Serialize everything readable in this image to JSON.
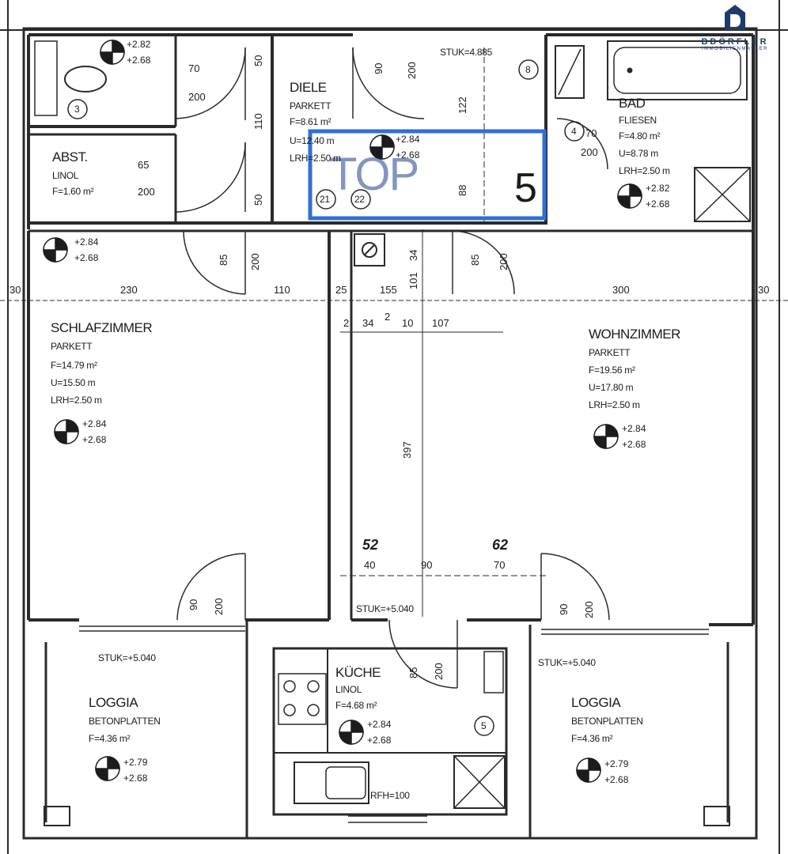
{
  "brand": {
    "name": "BDÖRFLER",
    "tagline": "IMMOBILIENMAKLER",
    "color": "#1f3a6b"
  },
  "unit": {
    "top_label": "TOP",
    "number": "5",
    "outline_color": "#2f6fd8"
  },
  "rooms": {
    "diele": {
      "name": "DIELE",
      "floor": "PARKETT",
      "area": "F=8.61 m²",
      "perimeter": "U=12.40 m",
      "height": "LRH=2.50 m"
    },
    "abst": {
      "name": "ABST.",
      "floor": "LINOL",
      "area": "F=1.60 m²"
    },
    "bad": {
      "name": "BAD",
      "floor": "FLIESEN",
      "area": "F=4.80 m²",
      "perimeter": "U=8.78 m",
      "height": "LRH=2.50 m"
    },
    "schlaf": {
      "name": "SCHLAFZIMMER",
      "floor": "PARKETT",
      "area": "F=14.79 m²",
      "perimeter": "U=15.50 m",
      "height": "LRH=2.50 m"
    },
    "wohn": {
      "name": "WOHNZIMMER",
      "floor": "PARKETT",
      "area": "F=19.56 m²",
      "perimeter": "U=17.80 m",
      "height": "LRH=2.50 m"
    },
    "kueche": {
      "name": "KÜCHE",
      "floor": "LINOL",
      "area": "F=4.68 m²"
    },
    "loggia_l": {
      "name": "LOGGIA",
      "floor": "BETONPLATTEN",
      "area": "F=4.36 m²"
    },
    "loggia_r": {
      "name": "LOGGIA",
      "floor": "BETONPLATTEN",
      "area": "F=4.36 m²"
    }
  },
  "levels": {
    "wc": [
      "+2.82",
      "+2.68"
    ],
    "diele": [
      "+2.84",
      "+2.68"
    ],
    "bad": [
      "+2.82",
      "+2.68"
    ],
    "schlaf_top": [
      "+2.84",
      "+2.68"
    ],
    "schlaf": [
      "+2.84",
      "+2.68"
    ],
    "wohn": [
      "+2.84",
      "+2.68"
    ],
    "kueche": [
      "+2.84",
      "+2.68"
    ],
    "loggia_l": [
      "+2.79",
      "+2.68"
    ],
    "loggia_r": [
      "+2.79",
      "+2.68"
    ]
  },
  "annotations": {
    "stuk_top": "STUK=4.885",
    "stuk_mid": "STUK=+5.040",
    "stuk_left": "STUK=+5.040",
    "stuk_right": "STUK=+5.040",
    "rfh": "RFH=100",
    "markers": [
      "3",
      "8",
      "4",
      "21",
      "22",
      "5"
    ]
  },
  "dimensions": {
    "h": [
      "70",
      "200",
      "65",
      "200",
      "230",
      "110",
      "25",
      "155",
      "300",
      "30",
      "30",
      "2",
      "34",
      "2",
      "10",
      "107",
      "40",
      "90",
      "70"
    ],
    "v": [
      "50",
      "110",
      "50",
      "90",
      "200",
      "122",
      "88",
      "85",
      "200",
      "85",
      "200",
      "34",
      "101",
      "397",
      "90",
      "200",
      "85",
      "200",
      "90",
      "200",
      "70",
      "200"
    ],
    "big": [
      "52",
      "62"
    ]
  }
}
